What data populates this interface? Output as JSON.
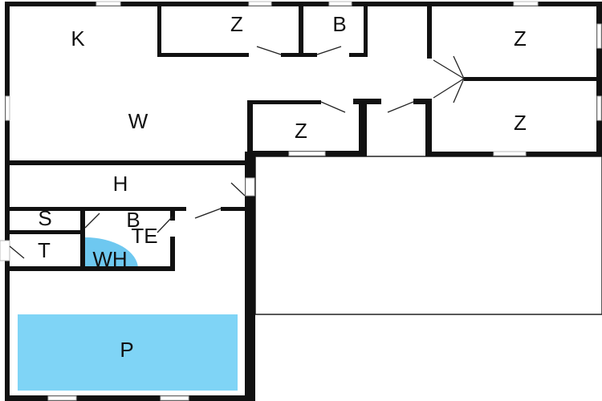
{
  "rooms": {
    "kitchen": "K",
    "living": "W",
    "bedroom_top": "Z",
    "bathroom_top": "B",
    "bedroom_top_right": "Z",
    "bedroom_right": "Z",
    "bedroom_middle": "Z",
    "hall": "H",
    "storage": "S",
    "toilet": "T",
    "bathroom_lower": "B",
    "technical": "TE",
    "whirlpool": "WH",
    "pool": "P"
  },
  "colors": {
    "pool": "#7fd4f6",
    "whirlpool": "#6ec8f0",
    "wall": "#111111"
  }
}
